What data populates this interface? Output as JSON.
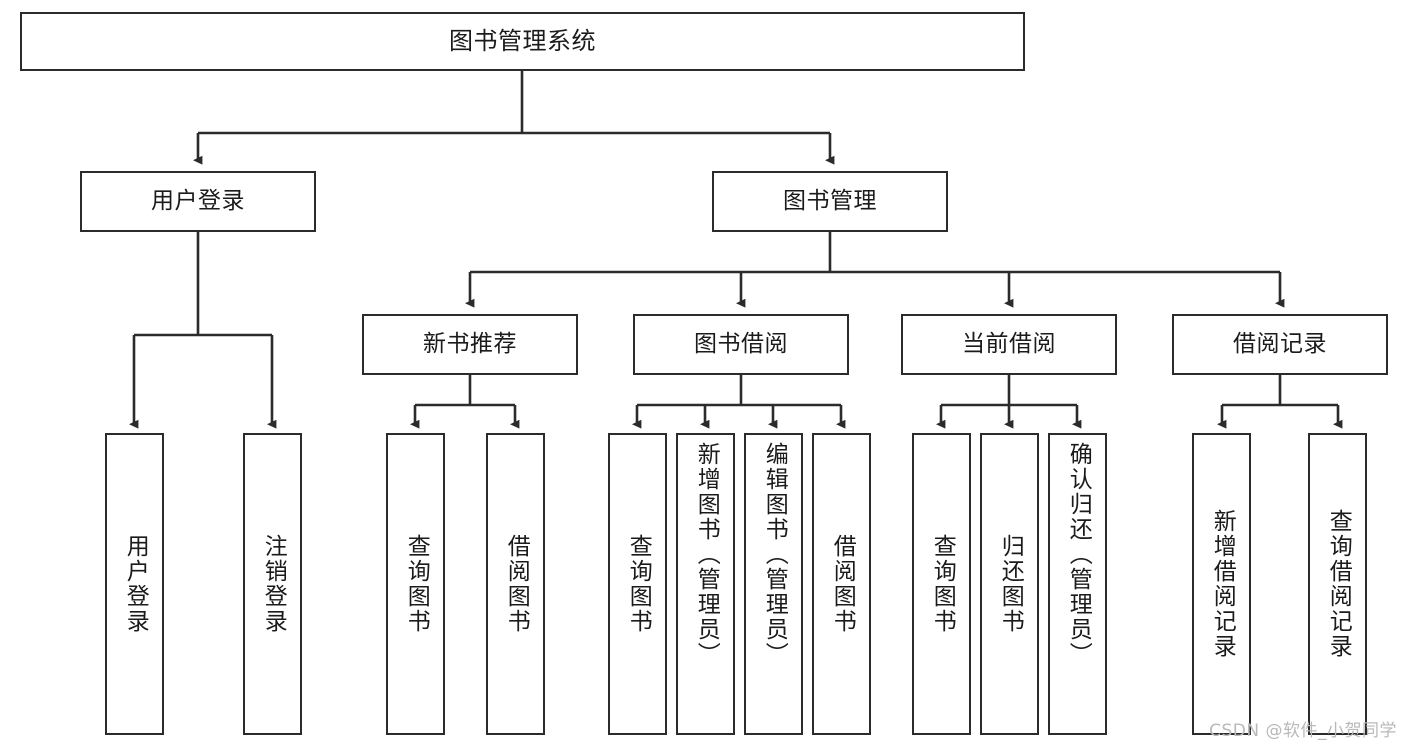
{
  "diagram": {
    "title": "图书管理系统",
    "type": "tree",
    "watermark": "CSDN @软件_小贺同学",
    "colors": {
      "stroke": "#2b2b2b",
      "fill": "#ffffff",
      "text": "#1b1b1b",
      "watermark": "#b9b9b9"
    },
    "levels": {
      "root_label": "图书管理系统",
      "level2_labels": [
        "用户登录",
        "图书管理"
      ],
      "level3_labels": [
        "新书推荐",
        "图书借阅",
        "当前借阅",
        "借阅记录"
      ]
    },
    "nodes": {
      "root": {
        "label": "图书管理系统"
      },
      "user_login": {
        "label": "用户登录"
      },
      "book_manage": {
        "label": "图书管理"
      },
      "new_book_rec": {
        "label": "新书推荐"
      },
      "book_borrow": {
        "label": "图书借阅"
      },
      "current_borrow": {
        "label": "当前借阅"
      },
      "borrow_record": {
        "label": "借阅记录"
      },
      "leaf_user_login": {
        "label": "用户登录"
      },
      "leaf_logout": {
        "label": "注销登录"
      },
      "leaf_query_book_1": {
        "label": "查询图书"
      },
      "leaf_borrow_book_1": {
        "label": "借阅图书"
      },
      "leaf_query_book_2": {
        "label": "查询图书"
      },
      "leaf_add_book": {
        "label": "新增图书（管理员）"
      },
      "leaf_edit_book": {
        "label": "编辑图书（管理员）"
      },
      "leaf_borrow_book_2": {
        "label": "借阅图书"
      },
      "leaf_query_book_3": {
        "label": "查询图书"
      },
      "leaf_return_book": {
        "label": "归还图书"
      },
      "leaf_confirm_return": {
        "label": "确认归还（管理员）"
      },
      "leaf_add_record": {
        "label": "新增借阅记录"
      },
      "leaf_query_record": {
        "label": "查询借阅记录"
      }
    },
    "tree": {
      "label": "图书管理系统",
      "children": [
        {
          "label": "用户登录",
          "children": [
            {
              "label": "用户登录"
            },
            {
              "label": "注销登录"
            }
          ]
        },
        {
          "label": "图书管理",
          "children": [
            {
              "label": "新书推荐",
              "children": [
                {
                  "label": "查询图书"
                },
                {
                  "label": "借阅图书"
                }
              ]
            },
            {
              "label": "图书借阅",
              "children": [
                {
                  "label": "查询图书"
                },
                {
                  "label": "新增图书（管理员）"
                },
                {
                  "label": "编辑图书（管理员）"
                },
                {
                  "label": "借阅图书"
                }
              ]
            },
            {
              "label": "当前借阅",
              "children": [
                {
                  "label": "查询图书"
                },
                {
                  "label": "归还图书"
                },
                {
                  "label": "确认归还（管理员）"
                }
              ]
            },
            {
              "label": "借阅记录",
              "children": [
                {
                  "label": "新增借阅记录"
                },
                {
                  "label": "查询借阅记录"
                }
              ]
            }
          ]
        }
      ]
    }
  }
}
